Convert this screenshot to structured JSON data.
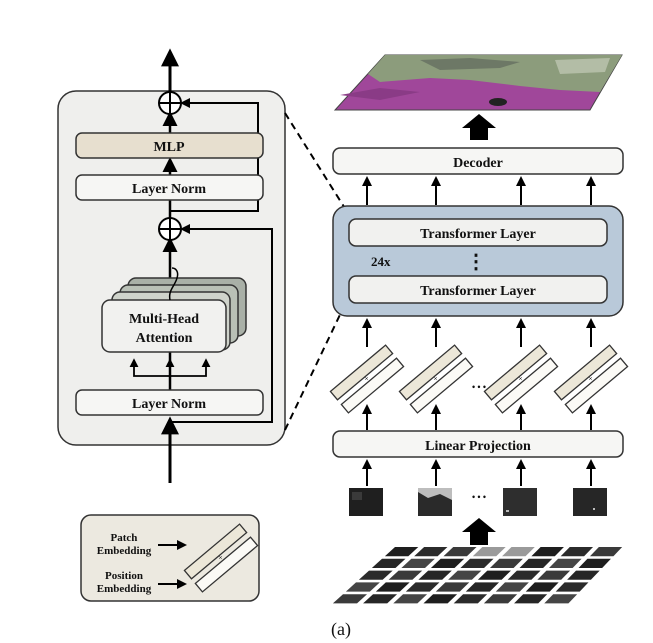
{
  "encoder_block": {
    "mlp_label": "MLP",
    "layer_norm_top_label": "Layer Norm",
    "attention_label_line1": "Multi-Head",
    "attention_label_line2": "Attention",
    "layer_norm_bottom_label": "Layer Norm"
  },
  "legend": {
    "patch_line1": "Patch",
    "patch_line2": "Embedding",
    "position_line1": "Position",
    "position_line2": "Embedding"
  },
  "pipeline": {
    "decoder_label": "Decoder",
    "transformer_top_label": "Transformer Layer",
    "transformer_bottom_label": "Transformer Layer",
    "repeat_label": "24x",
    "vertical_dots": "⋮",
    "ellipsis_embed": "• • •",
    "ellipsis_patch": "• • •",
    "linear_projection_label": "Linear Projection"
  },
  "caption": "(a)",
  "colors": {
    "mlp_fill": "#e7dfcf",
    "block_fill": "#efefed",
    "box_fill": "#f6f6f4",
    "transformer_fill": "#b9c9d9",
    "legend_fill": "#ece9e0",
    "output_map_purple": "#a0479a",
    "output_map_green": "#8c9c7c"
  }
}
